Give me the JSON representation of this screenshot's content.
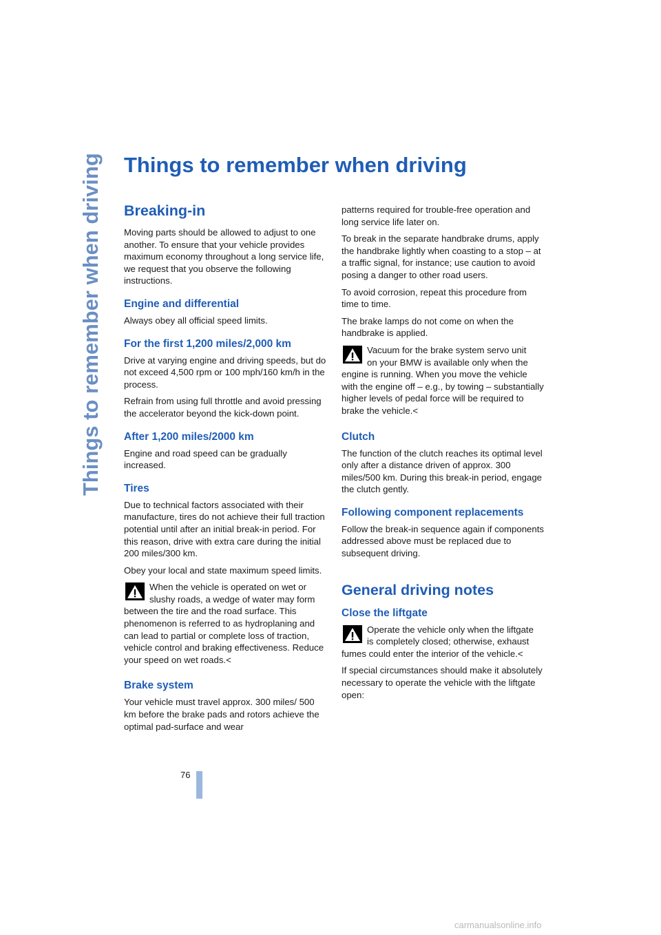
{
  "side_title": "Things to remember when driving",
  "page_title": "Things to remember when driving",
  "page_number": "76",
  "watermark": "carmanualsonline.info",
  "left": {
    "breaking_in": {
      "heading": "Breaking-in",
      "intro": "Moving parts should be allowed to adjust to one another. To ensure that your vehicle provides maximum economy throughout a long service life, we request that you observe the following instructions."
    },
    "engine": {
      "heading": "Engine and differential",
      "text": "Always obey all official speed limits."
    },
    "first_miles": {
      "heading": "For the first 1,200 miles/2,000 km",
      "text1": "Drive at varying engine and driving speeds, but do not exceed 4,500 rpm or 100 mph/160 km/h in the process.",
      "text2": "Refrain from using full throttle and avoid pressing the accelerator beyond the kick-down point."
    },
    "after_miles": {
      "heading": "After 1,200 miles/2000 km",
      "text": "Engine and road speed can be gradually increased."
    },
    "tires": {
      "heading": "Tires",
      "text1": "Due to technical factors associated with their manufacture, tires do not achieve their full traction potential until after an initial break-in period. For this reason, drive with extra care during the initial 200 miles/300 km.",
      "text2": "Obey your local and state maximum speed limits.",
      "warn_line1": "When the vehicle is operated on wet or",
      "warn_line2": "slushy roads, a wedge of water may form",
      "warn_rest": "between the tire and the road surface. This phenomenon is referred to as hydroplaning and can lead to partial or complete loss of traction, vehicle control and braking effectiveness. Reduce your speed on wet roads.<"
    },
    "brake": {
      "heading": "Brake system",
      "text": "Your vehicle must travel approx. 300 miles/ 500 km before the brake pads and rotors achieve the optimal pad-surface and wear"
    }
  },
  "right": {
    "brake_cont": {
      "text1": "patterns required for trouble-free operation and long service life later on.",
      "text2": "To break in the separate handbrake drums, apply the handbrake lightly when coasting to a stop – at a traffic signal, for instance; use caution to avoid posing a danger to other road users.",
      "text3": "To avoid corrosion, repeat this procedure from time to time.",
      "text4": "The brake lamps do not come on when the handbrake is applied.",
      "warn_line1": "Vacuum for the brake system servo unit",
      "warn_line2": "on your BMW is available only when the",
      "warn_rest": "engine is running. When you move the vehicle with the engine off – e.g., by towing – substantially higher levels of pedal force will be required to brake the vehicle.<"
    },
    "clutch": {
      "heading": "Clutch",
      "text": "The function of the clutch reaches its optimal level only after a distance driven of approx. 300 miles/500 km. During this break-in period, engage the clutch gently."
    },
    "following": {
      "heading": "Following component replacements",
      "text": "Follow the break-in sequence again if components addressed above must be replaced due to subsequent driving."
    },
    "general": {
      "heading": "General driving notes"
    },
    "liftgate": {
      "heading": "Close the liftgate",
      "warn_line1": "Operate the vehicle only when the liftgate",
      "warn_line2": "is completely closed; otherwise, exhaust",
      "warn_rest": "fumes could enter the interior of the vehicle.<",
      "text": "If special circumstances should make it absolutely necessary to operate the vehicle with the liftgate open:"
    }
  }
}
